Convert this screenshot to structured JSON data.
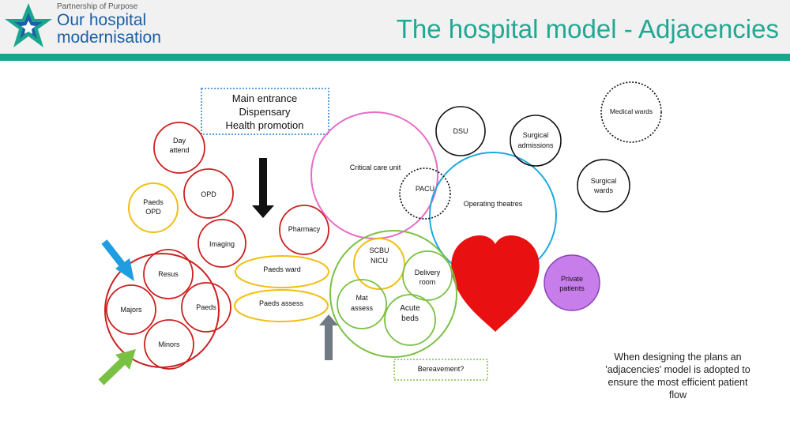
{
  "header": {
    "brand_small": "Partnership of Purpose",
    "brand_line1": "Our hospital",
    "brand_line2": "modernisation",
    "title": "The hospital model - Adjacencies",
    "accent_color": "#1aa68d"
  },
  "entrance_box": [
    "Main entrance",
    "Dispensary",
    "Health promotion"
  ],
  "nodes": {
    "day_attend": [
      "Day",
      "attend"
    ],
    "paeds_opd": [
      "Paeds",
      "OPD"
    ],
    "opd": "OPD",
    "imaging": "Imaging",
    "pharmacy": "Pharmacy",
    "resus": "Resus",
    "majors": "Majors",
    "paeds": "Paeds",
    "minors": "Minors",
    "paeds_ward": "Paeds ward",
    "paeds_assess": "Paeds assess",
    "critical_care": "Critical care unit",
    "pacu": "PACU",
    "operating_theatres": "Operating theatres",
    "dsu": "DSU",
    "surgical_admissions": [
      "Surgical",
      "admissions"
    ],
    "medical_wards": "Medical wards",
    "surgical_wards": [
      "Surgical",
      "wards"
    ],
    "scbu_nicu": [
      "SCBU",
      "NICU"
    ],
    "delivery_room": [
      "Delivery",
      "room"
    ],
    "mat_assess": [
      "Mat",
      "assess"
    ],
    "acute_beds": [
      "Acute",
      "beds"
    ],
    "private_patients": [
      "Private",
      "patients"
    ],
    "bereavement": "Bereavement?"
  },
  "note": "When designing the plans an 'adjacencies' model is adopted to ensure the most efficient patient flow"
}
